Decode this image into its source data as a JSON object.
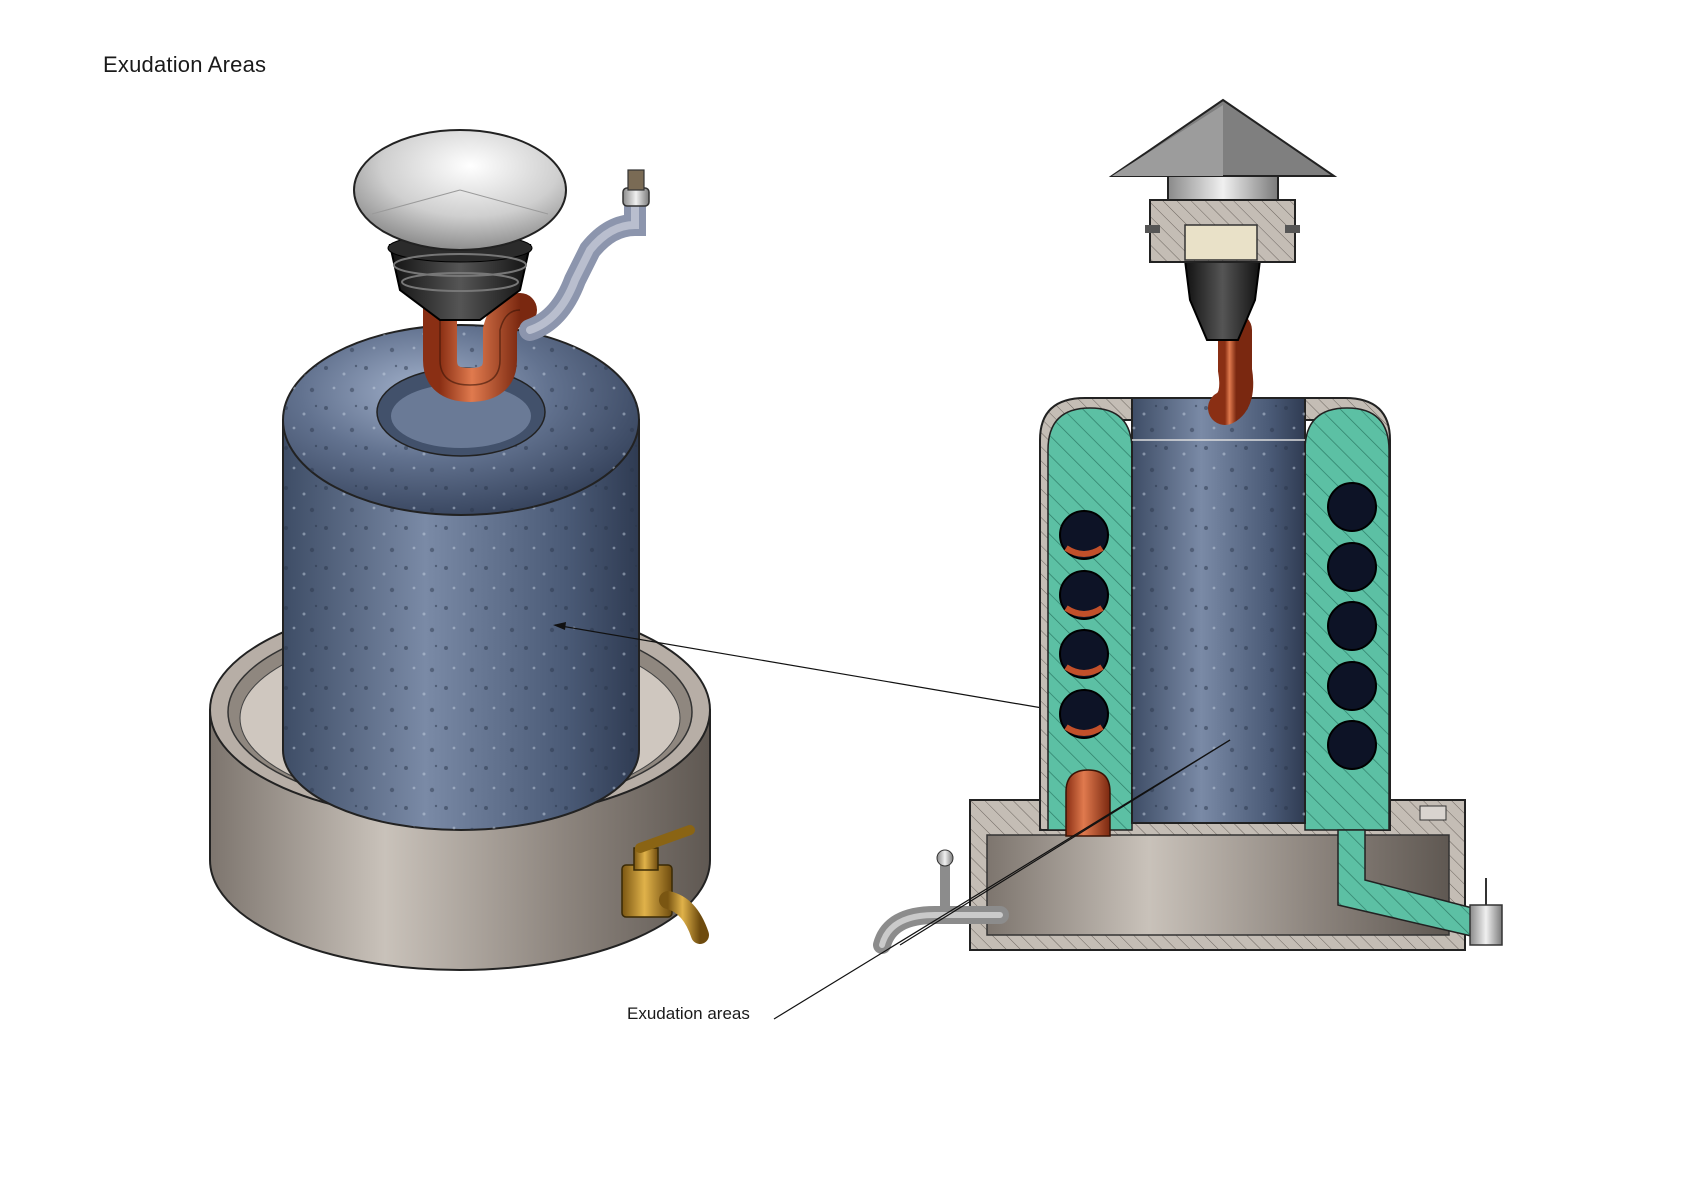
{
  "title": "Exudation Areas",
  "callout": {
    "label": "Exudation areas"
  },
  "colors": {
    "stone": "#5b6e8c",
    "basin": "#9c948c",
    "copper_pipe": "#c2502a",
    "tap_brass": "#b8862a",
    "hatch_fill": "#4fb89a",
    "cap_metal": "#d8d8d8"
  },
  "views": [
    {
      "name": "isometric-view"
    },
    {
      "name": "section-view"
    }
  ]
}
